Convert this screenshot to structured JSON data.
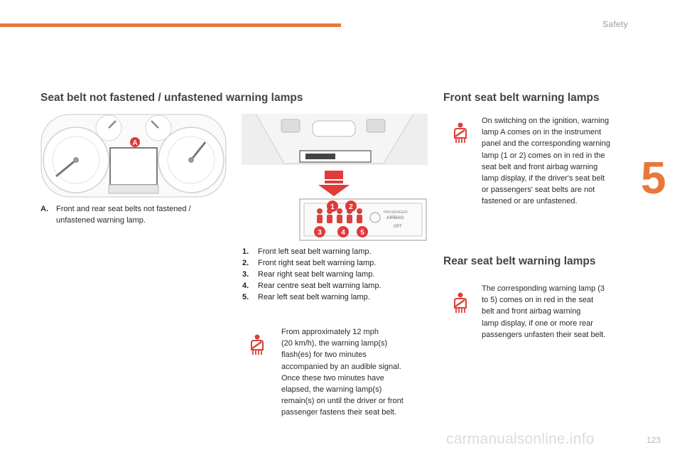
{
  "header": {
    "section": "Safety",
    "chapter": "5",
    "page_number": "123"
  },
  "left": {
    "heading": "Seat belt not fastened / unfastened warning lamps",
    "caption_letter": "A.",
    "caption_line1": "Front and rear seat belts not fastened /",
    "caption_line2": "unfastened warning lamp.",
    "instrument_marker": "A"
  },
  "center": {
    "lamp_markers": [
      "1",
      "2",
      "3",
      "4",
      "5"
    ],
    "panel_text_line1": "PASSENGER",
    "panel_text_line2": "AIRBAG",
    "panel_text_off": "OFF",
    "list": [
      {
        "num": "1.",
        "text": "Front left seat belt warning lamp."
      },
      {
        "num": "2.",
        "text": "Front right seat belt warning lamp."
      },
      {
        "num": "3.",
        "text": "Rear right seat belt warning lamp."
      },
      {
        "num": "4.",
        "text": "Rear centre seat belt warning lamp."
      },
      {
        "num": "5.",
        "text": "Rear left seat belt warning lamp."
      }
    ],
    "mph_lines": [
      "From approximately 12 mph",
      "(20 km/h), the warning lamp(s)",
      "flash(es) for two minutes",
      "accompanied by an audible signal.",
      "Once these two minutes have",
      "elapsed, the warning lamp(s)",
      "remain(s) on until the driver or front",
      "passenger fastens their seat belt."
    ]
  },
  "right": {
    "front_heading": "Front seat belt warning lamps",
    "front_lines": [
      "On switching on the ignition, warning",
      "lamp A comes on in the instrument",
      "panel and the corresponding warning",
      "lamp (1 or 2) comes on in red in the",
      "seat belt and front airbag warning",
      "lamp display, if the driver's seat belt",
      "or passengers' seat belts are not",
      "fastened or are unfastened."
    ],
    "rear_heading": "Rear seat belt warning lamps",
    "rear_lines": [
      "The corresponding warning lamp (3",
      "to 5) comes on in red in the seat",
      "belt and front airbag warning",
      "lamp display, if one or more rear",
      "passengers unfasten their seat belt."
    ]
  },
  "watermark": "carmanualsonline.info",
  "colors": {
    "accent": "#e9773a",
    "warning_red": "#d9423a",
    "marker_red": "#e03a3a"
  }
}
